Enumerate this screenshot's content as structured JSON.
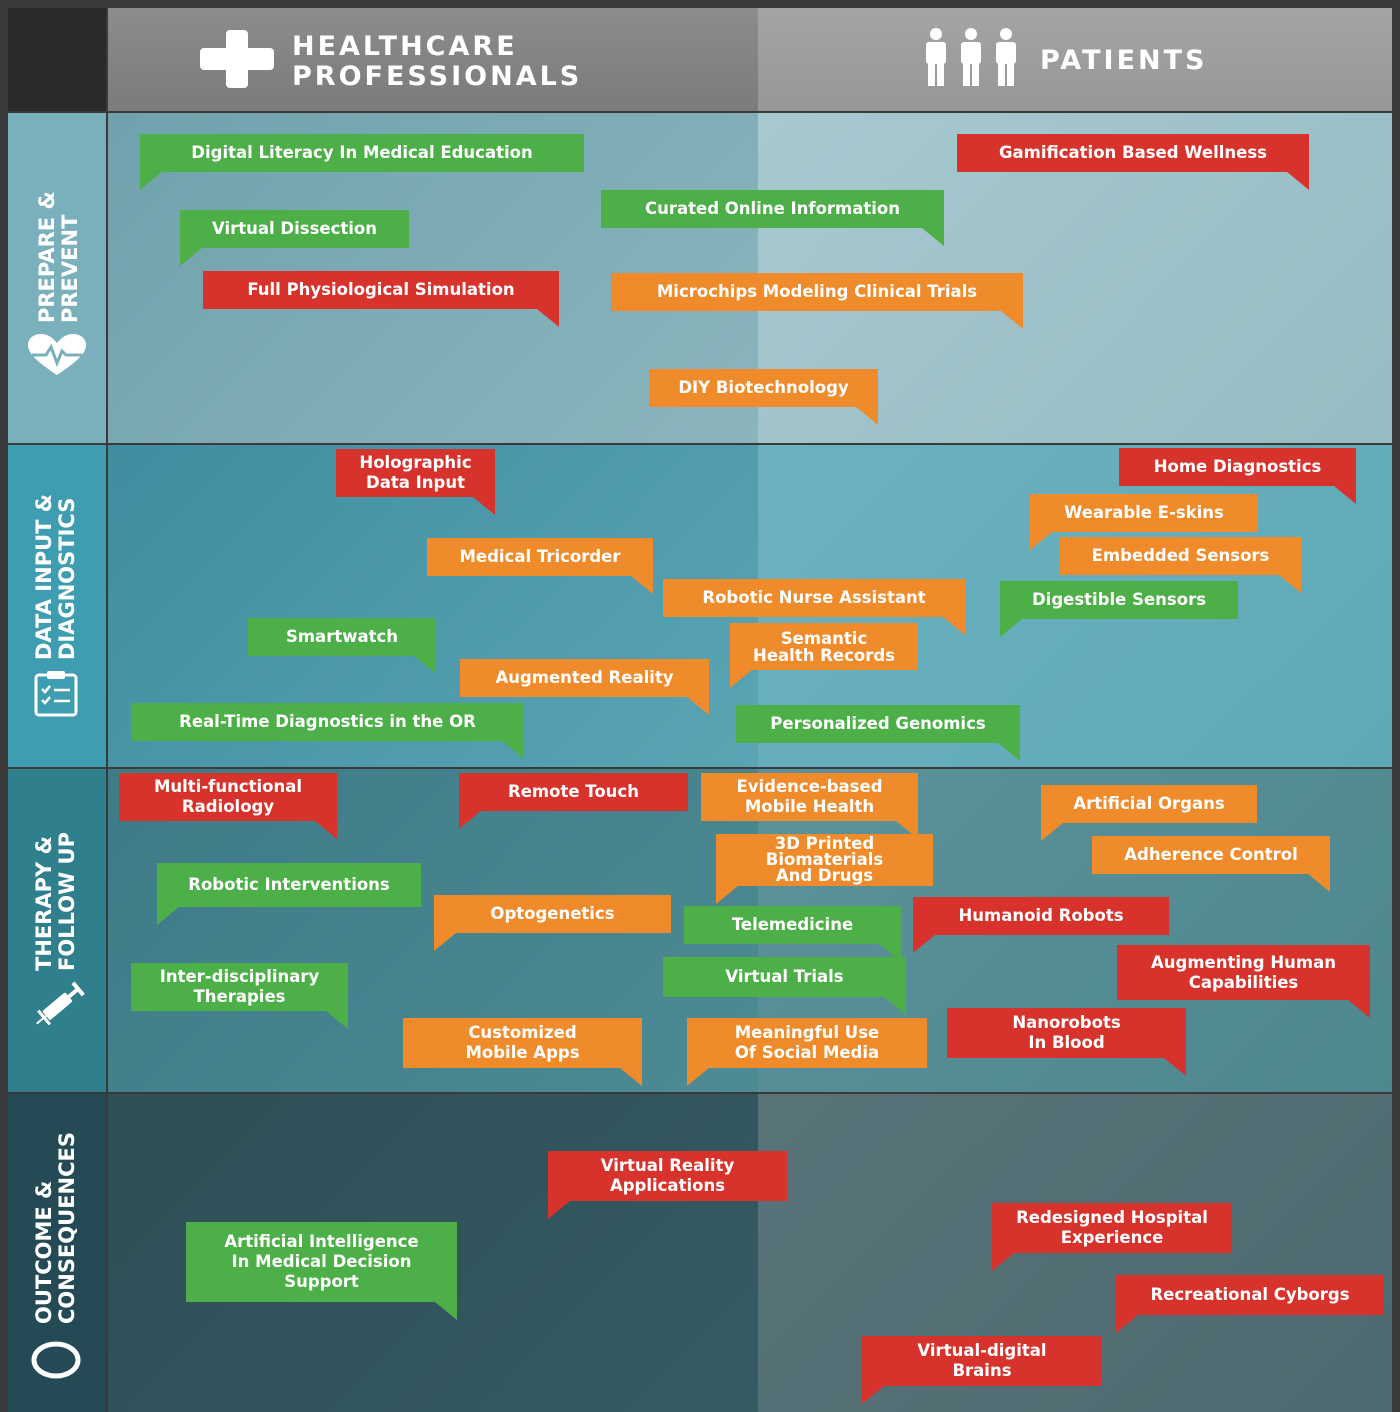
{
  "header": {
    "healthcare_professionals": [
      "HEALTHCARE",
      "PROFESSIONALS"
    ],
    "patients": "PATIENTS"
  },
  "stages": [
    {
      "id": "prepare",
      "label": [
        "PREPARE &",
        "PREVENT"
      ],
      "icon": "heart-pulse-icon"
    },
    {
      "id": "data",
      "label": [
        "DATA INPUT &",
        "DIAGNOSTICS"
      ],
      "icon": "clipboard-checklist-icon"
    },
    {
      "id": "therapy",
      "label": [
        "THERAPY &",
        "FOLLOW UP"
      ],
      "icon": "syringe-icon"
    },
    {
      "id": "outcome",
      "label": [
        "OUTCOME &",
        "CONSEQUENCES"
      ],
      "icon": "ring-icon"
    }
  ],
  "legend_colors": {
    "green": "#4caf48",
    "red": "#d7332c",
    "orange": "#ef8b2b"
  },
  "tags": [
    {
      "id": "digital-literacy",
      "text": [
        "Digital Literacy In Medical Education"
      ],
      "color": "green"
    },
    {
      "id": "gamification",
      "text": [
        "Gamification Based Wellness"
      ],
      "color": "red"
    },
    {
      "id": "curated-online",
      "text": [
        "Curated Online Information"
      ],
      "color": "green"
    },
    {
      "id": "virtual-dissection",
      "text": [
        "Virtual Dissection"
      ],
      "color": "green"
    },
    {
      "id": "full-physiological",
      "text": [
        "Full Physiological Simulation"
      ],
      "color": "red"
    },
    {
      "id": "microchips",
      "text": [
        "Microchips Modeling Clinical Trials"
      ],
      "color": "orange"
    },
    {
      "id": "diy-biotech",
      "text": [
        "DIY Biotechnology"
      ],
      "color": "orange"
    },
    {
      "id": "holographic",
      "text": [
        "Holographic",
        "Data Input"
      ],
      "color": "red"
    },
    {
      "id": "home-diagnostics",
      "text": [
        "Home Diagnostics"
      ],
      "color": "red"
    },
    {
      "id": "wearable-eskins",
      "text": [
        "Wearable E-skins"
      ],
      "color": "orange"
    },
    {
      "id": "medical-tricorder",
      "text": [
        "Medical Tricorder"
      ],
      "color": "orange"
    },
    {
      "id": "embedded-sensors",
      "text": [
        "Embedded Sensors"
      ],
      "color": "orange"
    },
    {
      "id": "robotic-nurse",
      "text": [
        "Robotic Nurse Assistant"
      ],
      "color": "orange"
    },
    {
      "id": "digestible-sensors",
      "text": [
        "Digestible Sensors"
      ],
      "color": "green"
    },
    {
      "id": "smartwatch",
      "text": [
        "Smartwatch"
      ],
      "color": "green"
    },
    {
      "id": "semantic-health",
      "text": [
        "Semantic",
        "Health Records"
      ],
      "color": "orange"
    },
    {
      "id": "augmented-reality",
      "text": [
        "Augmented Reality"
      ],
      "color": "orange"
    },
    {
      "id": "real-time-diagnostics",
      "text": [
        "Real-Time Diagnostics in the OR"
      ],
      "color": "green"
    },
    {
      "id": "personalized-genomics",
      "text": [
        "Personalized Genomics"
      ],
      "color": "green"
    },
    {
      "id": "multi-functional-radiology",
      "text": [
        "Multi-functional",
        "Radiology"
      ],
      "color": "red"
    },
    {
      "id": "remote-touch",
      "text": [
        "Remote Touch"
      ],
      "color": "red"
    },
    {
      "id": "evidence-based",
      "text": [
        "Evidence-based",
        "Mobile Health"
      ],
      "color": "orange"
    },
    {
      "id": "artificial-organs",
      "text": [
        "Artificial Organs"
      ],
      "color": "orange"
    },
    {
      "id": "3d-printed",
      "text": [
        "3D Printed",
        "Biomaterials",
        "And Drugs"
      ],
      "color": "orange"
    },
    {
      "id": "adherence-control",
      "text": [
        "Adherence Control"
      ],
      "color": "orange"
    },
    {
      "id": "robotic-interventions",
      "text": [
        "Robotic Interventions"
      ],
      "color": "green"
    },
    {
      "id": "optogenetics",
      "text": [
        "Optogenetics"
      ],
      "color": "orange"
    },
    {
      "id": "telemedicine",
      "text": [
        "Telemedicine"
      ],
      "color": "green"
    },
    {
      "id": "humanoid-robots",
      "text": [
        "Humanoid Robots"
      ],
      "color": "red"
    },
    {
      "id": "virtual-trials",
      "text": [
        "Virtual Trials"
      ],
      "color": "green"
    },
    {
      "id": "augmenting-human",
      "text": [
        "Augmenting Human",
        "Capabilities"
      ],
      "color": "red"
    },
    {
      "id": "inter-disciplinary",
      "text": [
        "Inter-disciplinary",
        "Therapies"
      ],
      "color": "green"
    },
    {
      "id": "customized-apps",
      "text": [
        "Customized",
        "Mobile Apps"
      ],
      "color": "orange"
    },
    {
      "id": "meaningful-use",
      "text": [
        "Meaningful Use",
        "Of Social Media"
      ],
      "color": "orange"
    },
    {
      "id": "nanorobots",
      "text": [
        "Nanorobots",
        "In Blood"
      ],
      "color": "red"
    },
    {
      "id": "vr-applications",
      "text": [
        "Virtual Reality",
        "Applications"
      ],
      "color": "red"
    },
    {
      "id": "redesigned-hospital",
      "text": [
        "Redesigned Hospital",
        "Experience"
      ],
      "color": "red"
    },
    {
      "id": "ai-decision",
      "text": [
        "Artificial Intelligence",
        "In Medical Decision",
        "Support"
      ],
      "color": "green"
    },
    {
      "id": "recreational-cyborgs",
      "text": [
        "Recreational Cyborgs"
      ],
      "color": "red"
    },
    {
      "id": "virtual-digital-brains",
      "text": [
        "Virtual-digital",
        "Brains"
      ],
      "color": "red"
    }
  ]
}
